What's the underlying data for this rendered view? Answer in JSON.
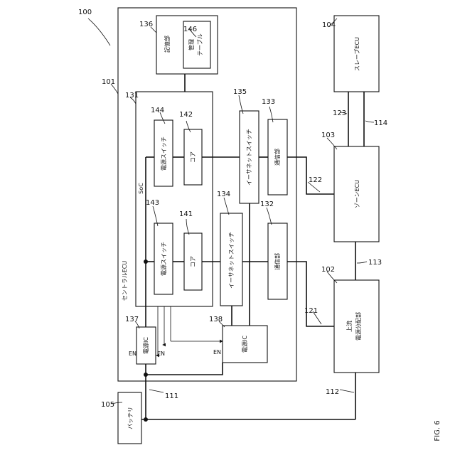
{
  "figure": {
    "number": "100",
    "caption": "FIG. 6"
  },
  "central_ecu": {
    "ref": "101",
    "label": "セントラルECU"
  },
  "soc": {
    "ref": "131",
    "label": "SoC"
  },
  "storage": {
    "ref": "136",
    "label": "記憶部"
  },
  "table": {
    "ref": "146",
    "label_line1": "管理",
    "label_line2": "テーブル"
  },
  "power_switch_a": {
    "ref": "144",
    "label": "電源スイッチ"
  },
  "core_a": {
    "ref": "142",
    "label": "コア"
  },
  "power_switch_b": {
    "ref": "143",
    "label": "電源スイッチ"
  },
  "core_b": {
    "ref": "141",
    "label": "コア"
  },
  "ethernet_switch_a": {
    "ref": "135",
    "label": "イーサネットスイッチ"
  },
  "ethernet_switch_b": {
    "ref": "134",
    "label": "イーサネットスイッチ"
  },
  "comm_a": {
    "ref": "133",
    "label": "通信部"
  },
  "comm_b": {
    "ref": "132",
    "label": "通信部"
  },
  "power_ic_a": {
    "ref": "137",
    "label": "電源IC"
  },
  "power_ic_b": {
    "ref": "138",
    "label": "電源IC"
  },
  "en_labels": {
    "en1": "EN",
    "en2": "EN",
    "en3": "EN"
  },
  "slave_ecu": {
    "ref": "104",
    "label": "スレーブECU"
  },
  "zone_ecu": {
    "ref": "103",
    "label": "ゾーンECU"
  },
  "power_distribution": {
    "ref": "102",
    "label_line1": "上流",
    "label_line2": "電源分配部"
  },
  "battery": {
    "ref": "105",
    "label": "バッテリ"
  },
  "lines": {
    "l111": "111",
    "l112": "112",
    "l113": "113",
    "l114": "114",
    "l121": "121",
    "l122": "122",
    "l123": "123"
  }
}
